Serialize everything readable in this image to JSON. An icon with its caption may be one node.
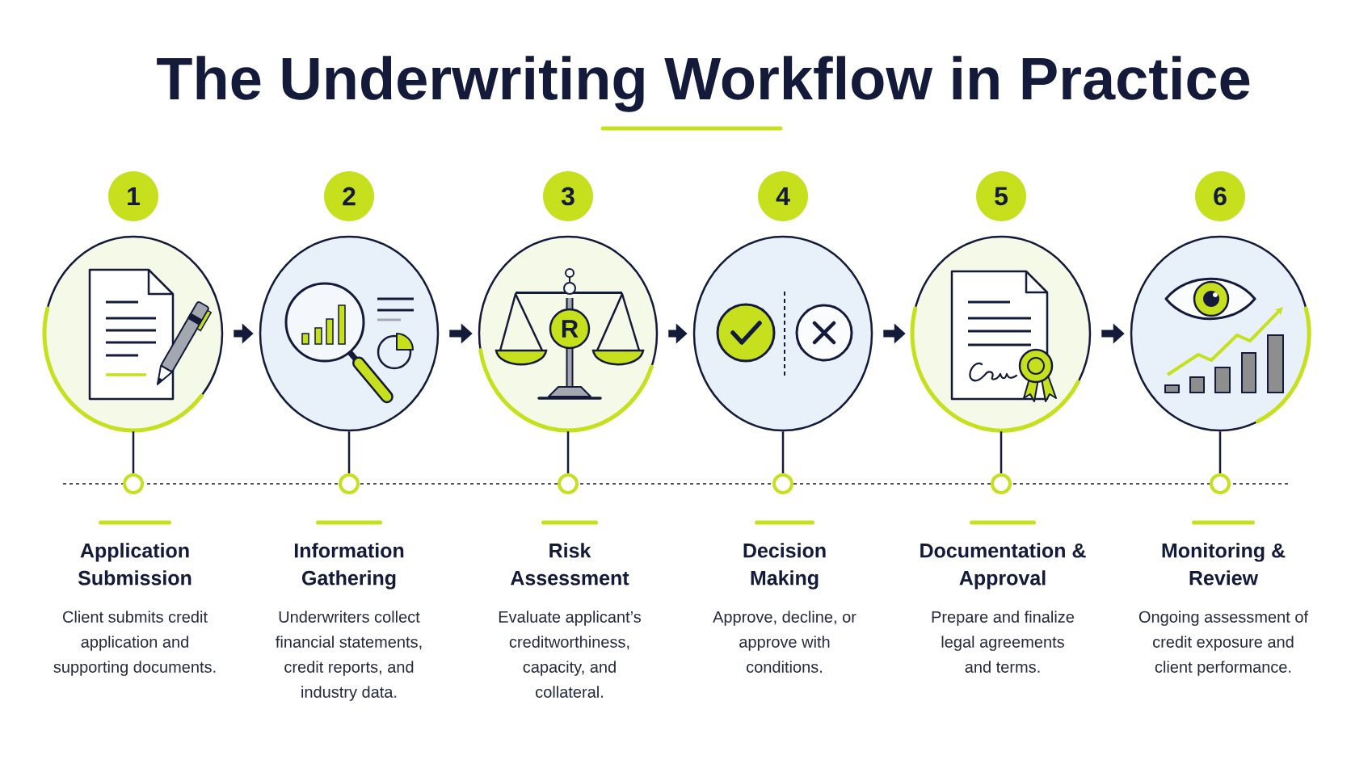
{
  "diagram": {
    "title": "The Underwriting Workflow in Practice",
    "nodes": [
      {
        "text": [
          "1"
        ]
      },
      {
        "text": [
          "2"
        ]
      },
      {
        "text": [
          "3"
        ]
      },
      {
        "text": [
          "4"
        ]
      },
      {
        "text": [
          "5"
        ]
      },
      {
        "text": [
          "6"
        ]
      },
      {
        "text": [],
        "shape": "circle"
      },
      {
        "text": [],
        "shape": "circle"
      },
      {
        "text": [],
        "shape": "circle"
      },
      {
        "text": [],
        "shape": "circle"
      },
      {
        "text": [],
        "shape": "circle"
      },
      {
        "text": [],
        "shape": "circle"
      },
      {
        "text": [],
        "shape": "circle"
      },
      {
        "text": [],
        "shape": "circle"
      },
      {
        "text": [],
        "shape": "circle"
      },
      {
        "text": [],
        "shape": "circle"
      },
      {
        "text": [],
        "shape": "circle"
      },
      {
        "text": [],
        "shape": "circle"
      }
    ],
    "edges": [
      {
        "from": 6,
        "to": 7,
        "arrow": "to",
        "style": "thick"
      },
      {
        "from": 7,
        "to": 8,
        "arrow": "to",
        "style": "thick"
      },
      {
        "from": 8,
        "to": 9,
        "arrow": "to",
        "style": "thick"
      },
      {
        "from": 9,
        "to": 10,
        "arrow": "to",
        "style": "thick"
      },
      {
        "from": 10,
        "to": 11,
        "arrow": "to",
        "style": "thick"
      },
      {
        "from": 6,
        "to": 12,
        "arrow": "none"
      },
      {
        "from": 7,
        "to": 13,
        "arrow": "none"
      },
      {
        "from": 8,
        "to": 14,
        "arrow": "none"
      },
      {
        "from": 9,
        "to": 15,
        "arrow": "none"
      },
      {
        "from": 10,
        "to": 16,
        "arrow": "none"
      },
      {
        "from": 11,
        "to": 17,
        "arrow": "none"
      }
    ],
    "labels": [
      "R",
      "Application Submission",
      "Client submits credit application and supporting documents.",
      "Information Gathering",
      "Underwriters collect financial statements, credit reports, and industry data.",
      "Risk Assessment",
      "Evaluate applicant’s creditworthiness, capacity, and collateral.",
      "Decision Making",
      "Approve, decline, or approve with conditions.",
      "Documentation & Approval",
      "Prepare and finalize legal agreements and terms.",
      "Monitoring & Review",
      "Ongoing assessment of credit exposure and client performance."
    ]
  }
}
